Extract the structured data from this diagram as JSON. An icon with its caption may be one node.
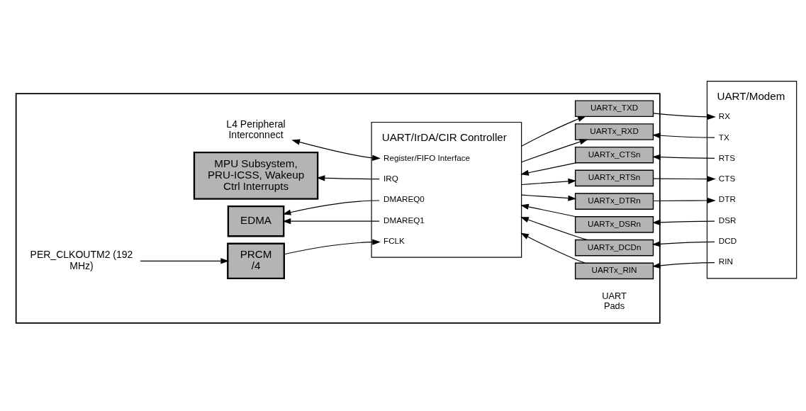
{
  "diagram": {
    "nodes": [
      {
        "text": [],
        "shape": "box"
      },
      {
        "text": [
          "UART/IrDA/CIR Controller",
          "Register/FIFO Interface",
          "IRQ",
          "DMAREQ0",
          "DMAREQ1",
          "FCLK"
        ],
        "in": 0
      },
      {
        "text": [
          "L4 Peripheral Interconnect"
        ],
        "in": 0
      },
      {
        "text": [
          "MPU Subsystem, PRU-ICSS, Wakeup Ctrl Interrupts"
        ],
        "in": 0
      },
      {
        "text": [
          "EDMA"
        ],
        "in": 0
      },
      {
        "text": [
          "PER_CLKOUTM2 (192 MHz)"
        ],
        "in": 0
      },
      {
        "text": [
          "PRCM",
          "/4"
        ],
        "in": 0
      },
      {
        "text": [
          "UARTx_RXD"
        ],
        "in": 0
      },
      {
        "text": [
          "UARTx_TXD"
        ],
        "in": 0
      },
      {
        "text": [
          "UARTx_RTSn"
        ],
        "in": 0
      },
      {
        "text": [
          "UARTx_CTSn"
        ],
        "in": 0
      },
      {
        "text": [
          "UARTx_DTRn"
        ],
        "in": 0
      },
      {
        "text": [
          "UARTx_DSRn"
        ],
        "in": 0
      },
      {
        "text": [
          "UARTx_DCDn"
        ],
        "in": 0
      },
      {
        "text": [
          "UARTx_RIN"
        ],
        "in": 0
      },
      {
        "text": [
          "UART/Modem",
          "RX",
          "TX",
          "RTS",
          "CTS",
          "DTR",
          "DSR",
          "DCD",
          "RIN"
        ]
      }
    ],
    "edges": [
      {
        "from": 2,
        "to": 1,
        "arrow": "both"
      },
      {
        "from": 1,
        "to": 3,
        "arrow": "to"
      },
      {
        "from": 1,
        "to": 4,
        "arrow": "to"
      },
      {
        "from": 1,
        "to": 4,
        "arrow": "to"
      },
      {
        "from": 5,
        "to": 6,
        "arrow": "to"
      },
      {
        "from": 6,
        "to": 1,
        "arrow": "to"
      },
      {
        "from": 1,
        "to": 7,
        "arrow": "to"
      },
      {
        "from": 1,
        "to": 8,
        "arrow": "to"
      },
      {
        "from": 1,
        "to": 9,
        "arrow": "to"
      },
      {
        "from": 10,
        "to": 1,
        "arrow": "to"
      },
      {
        "from": 1,
        "to": 11,
        "arrow": "to"
      },
      {
        "from": 12,
        "to": 1,
        "arrow": "to"
      },
      {
        "from": 13,
        "to": 1,
        "arrow": "to"
      },
      {
        "from": 14,
        "to": 1,
        "arrow": "to"
      },
      {
        "from": 15,
        "to": 7,
        "arrow": "to"
      },
      {
        "from": 8,
        "to": 15,
        "arrow": "to"
      },
      {
        "from": 9,
        "to": 15,
        "arrow": "to"
      },
      {
        "from": 15,
        "to": 10,
        "arrow": "to"
      },
      {
        "from": 11,
        "to": 15,
        "arrow": "to"
      },
      {
        "from": 15,
        "to": 12,
        "arrow": "to"
      },
      {
        "from": 15,
        "to": 13,
        "arrow": "to"
      },
      {
        "from": 15,
        "to": 14,
        "arrow": "to"
      }
    ],
    "labels": [
      "UART Pads"
    ]
  }
}
